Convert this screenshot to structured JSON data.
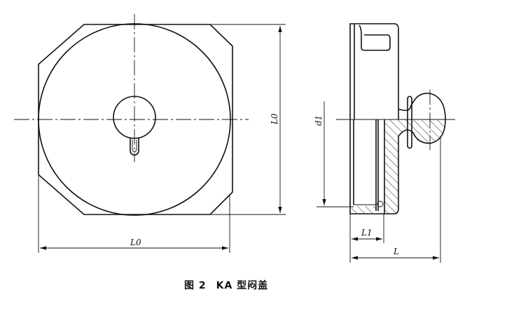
{
  "figure": {
    "caption_number": "图 2",
    "caption_title": "KA 型闷盖"
  },
  "dimensions": {
    "front_height": "L0",
    "front_width": "L0",
    "diameter": "d1",
    "length_inner": "L1",
    "length_total": "L"
  }
}
